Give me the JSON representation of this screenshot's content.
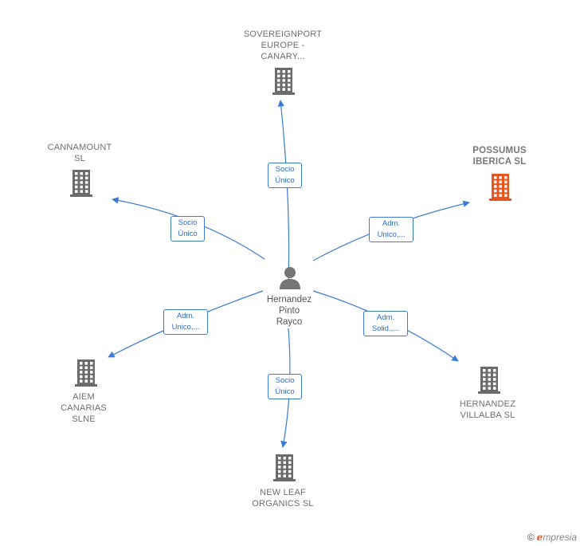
{
  "center": {
    "name": "Hernandez\nPinto\nRayco",
    "icon": "person-icon"
  },
  "companies": [
    {
      "id": "sovereignport",
      "name": "SOVEREIGNPORT\nEUROPE -\nCANARY...",
      "color": "#6b6b6b",
      "relation": "Socio\nÚnico"
    },
    {
      "id": "cannamount",
      "name": "CANNAMOUNT\nSL",
      "color": "#6b6b6b",
      "relation": "Socio\nÚnico"
    },
    {
      "id": "possumus",
      "name": "POSSUMUS\nIBERICA SL",
      "color": "#e8561e",
      "relation": "Adm.\nUnico,..."
    },
    {
      "id": "aiem",
      "name": "AIEM\nCANARIAS\nSLNE",
      "color": "#6b6b6b",
      "relation": "Adm.\nUnico,..."
    },
    {
      "id": "hernandez-villalba",
      "name": "HERNANDEZ\nVILLALBA SL",
      "color": "#6b6b6b",
      "relation": "Adm.\nSolid.,..."
    },
    {
      "id": "new-leaf",
      "name": "NEW LEAF\nORGANICS SL",
      "color": "#6b6b6b",
      "relation": "Socio\nÚnico"
    }
  ],
  "edge_color": "#3a7bd5",
  "brand": {
    "copyright": "©",
    "initial": "e",
    "rest": "mpresia"
  }
}
